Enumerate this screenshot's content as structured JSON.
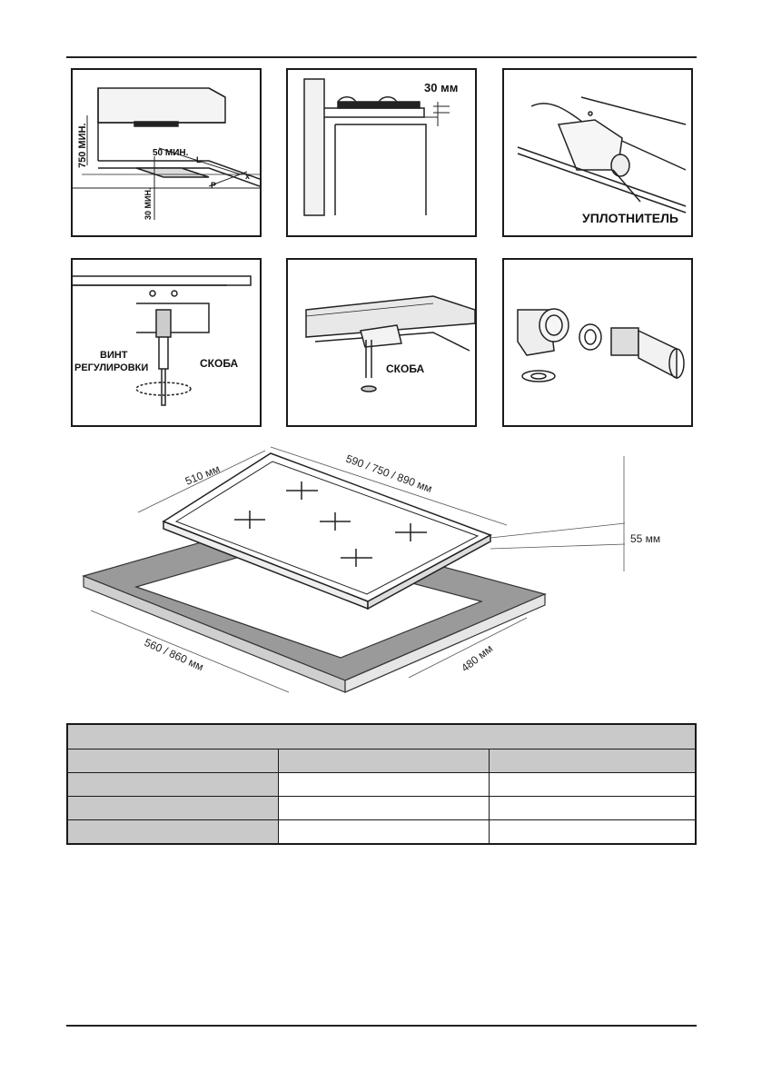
{
  "panel1": {
    "label_750": "750 МИН.",
    "label_50": "50 МИН.",
    "label_L": "L",
    "label_P": "P",
    "label_x": "x",
    "label_30": "30 МИН."
  },
  "panel2": {
    "label_30mm": "30 мм"
  },
  "panel3": {
    "label_seal": "УПЛОТНИТЕЛЬ"
  },
  "panel4": {
    "label_screw_1": "ВИНТ",
    "label_screw_2": "РЕГУЛИРОВКИ",
    "label_bracket": "СКОБА"
  },
  "panel5": {
    "label_bracket": "СКОБА"
  },
  "dimensions": {
    "depth_top": "510 мм",
    "width_top": "590 / 750 / 890 мм",
    "height": "55 мм",
    "cutout_width": "560 / 860 мм",
    "cutout_depth": "480 мм"
  },
  "table": {
    "header": "",
    "columns": [
      "",
      "",
      ""
    ],
    "rows": [
      [
        "",
        "",
        ""
      ],
      [
        "",
        "",
        ""
      ],
      [
        "",
        "",
        ""
      ]
    ]
  }
}
